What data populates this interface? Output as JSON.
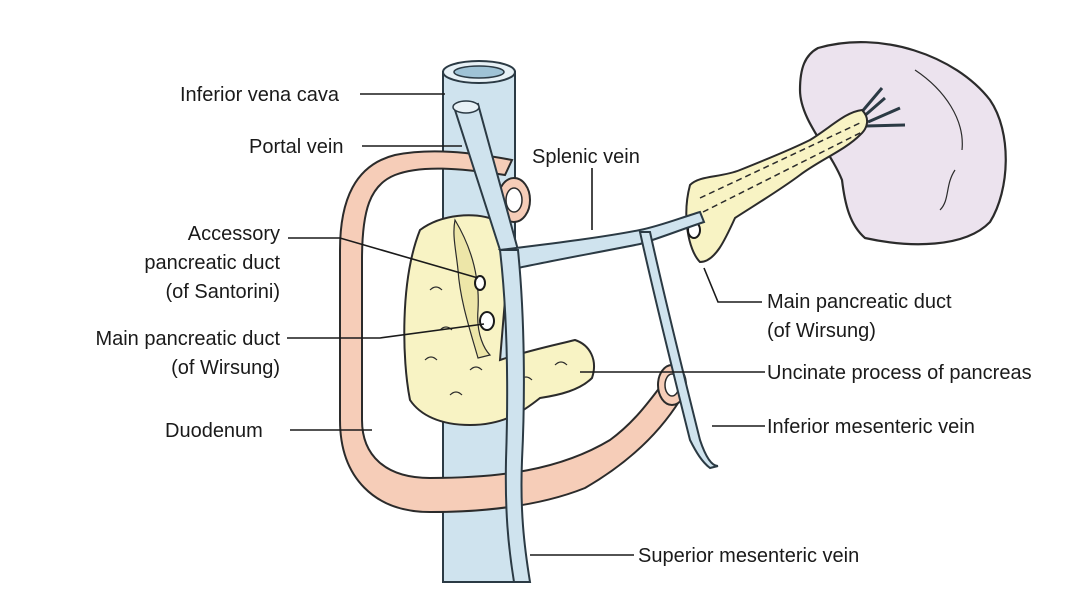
{
  "labels": {
    "ivc": "Inferior vena cava",
    "portal": "Portal vein",
    "splenic": "Splenic vein",
    "accessory_1": "Accessory",
    "accessory_2": "pancreatic duct",
    "accessory_3": "(of Santorini)",
    "main_left_1": "Main pancreatic duct",
    "main_left_2": "(of Wirsung)",
    "duodenum": "Duodenum",
    "main_right_1": "Main pancreatic duct",
    "main_right_2": "(of Wirsung)",
    "uncinate": "Uncinate process of pancreas",
    "imv": "Inferior mesenteric vein",
    "smv": "Superior mesenteric vein"
  },
  "colors": {
    "vein_fill": "#cfe3ee",
    "vein_stroke": "#2b3a44",
    "duodenum_fill": "#f6cdb8",
    "pancreas_fill": "#f8f3c4",
    "spleen_fill": "#ece3ee"
  }
}
